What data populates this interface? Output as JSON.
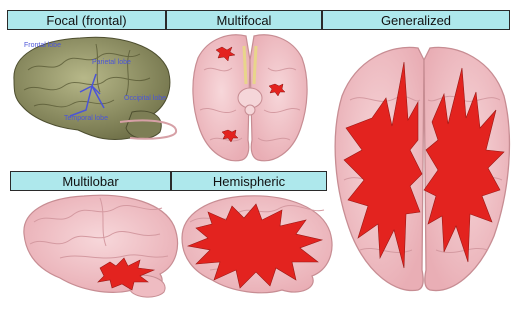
{
  "panels": {
    "focal": "Focal (frontal)",
    "multifocal": "Multifocal",
    "generalized": "Generalized",
    "multilobar": "Multilobar",
    "hemispheric": "Hemispheric"
  },
  "anatomy_labels": [
    "Frontal lobe",
    "Parietal lobe",
    "Occipital lobe",
    "Temporal lobe"
  ],
  "colors": {
    "label_bg": "#aee8ec",
    "brain_pink": "#f2c3c8",
    "brain_outline": "#c78d93",
    "seizure_red": "#e3231f",
    "photo_brain": "#8a8c60"
  }
}
